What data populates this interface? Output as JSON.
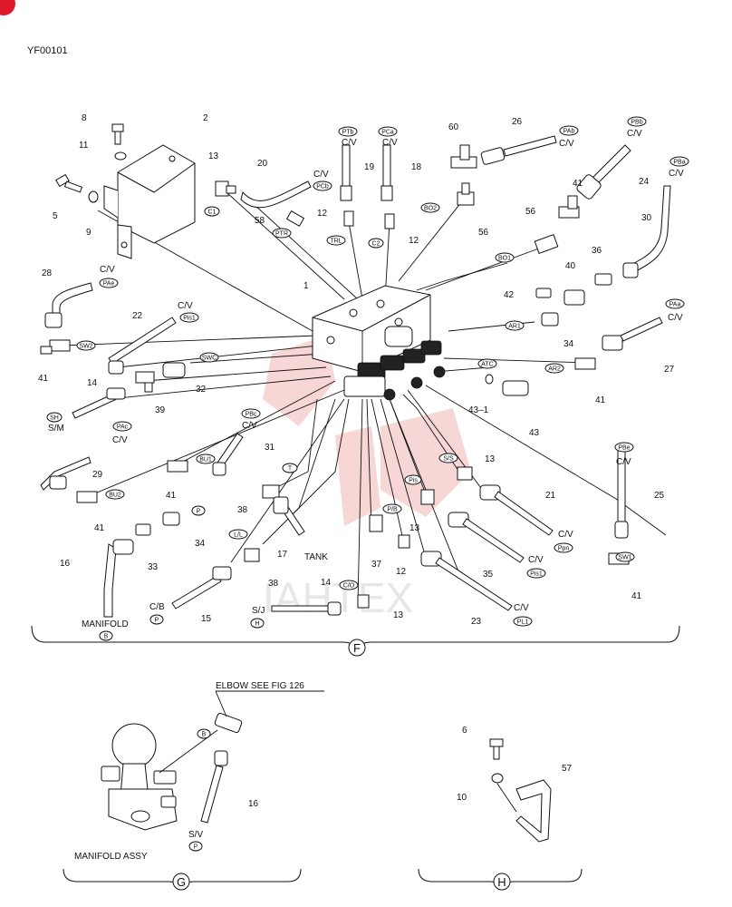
{
  "doc_code": "YF00101",
  "corner_badge_color": "#e0182d",
  "watermark_text": "IAHTEX",
  "labels": [
    {
      "id": "l8",
      "text": "8"
    },
    {
      "id": "l2",
      "text": "2"
    },
    {
      "id": "l11",
      "text": "11"
    },
    {
      "id": "l5",
      "text": "5"
    },
    {
      "id": "l9",
      "text": "9"
    },
    {
      "id": "l13a",
      "text": "13"
    },
    {
      "id": "l20",
      "text": "20"
    },
    {
      "id": "cv20",
      "text": "C/V"
    },
    {
      "id": "l19",
      "text": "19"
    },
    {
      "id": "l18",
      "text": "18"
    },
    {
      "id": "cv19",
      "text": "C/V"
    },
    {
      "id": "cv18",
      "text": "C/V"
    },
    {
      "id": "l60",
      "text": "60"
    },
    {
      "id": "l26",
      "text": "26"
    },
    {
      "id": "cv26",
      "text": "C/V"
    },
    {
      "id": "cv24",
      "text": "C/V"
    },
    {
      "id": "l24",
      "text": "24"
    },
    {
      "id": "cv30",
      "text": "C/V"
    },
    {
      "id": "l12a",
      "text": "12"
    },
    {
      "id": "l58",
      "text": "58"
    },
    {
      "id": "l12b",
      "text": "12"
    },
    {
      "id": "l56a",
      "text": "56"
    },
    {
      "id": "l41a",
      "text": "41"
    },
    {
      "id": "l56b",
      "text": "56"
    },
    {
      "id": "l30",
      "text": "30"
    },
    {
      "id": "l36",
      "text": "36"
    },
    {
      "id": "l40",
      "text": "40"
    },
    {
      "id": "l42",
      "text": "42"
    },
    {
      "id": "l28",
      "text": "28"
    },
    {
      "id": "cv28",
      "text": "C/V"
    },
    {
      "id": "l1",
      "text": "1"
    },
    {
      "id": "cv22",
      "text": "C/V"
    },
    {
      "id": "l22",
      "text": "22"
    },
    {
      "id": "l34a",
      "text": "34"
    },
    {
      "id": "cv27",
      "text": "C/V"
    },
    {
      "id": "l27",
      "text": "27"
    },
    {
      "id": "l41b",
      "text": "41"
    },
    {
      "id": "l32",
      "text": "32"
    },
    {
      "id": "l39",
      "text": "39"
    },
    {
      "id": "l14a",
      "text": "14"
    },
    {
      "id": "l43a",
      "text": "43–1"
    },
    {
      "id": "l43",
      "text": "43"
    },
    {
      "id": "l41c",
      "text": "41"
    },
    {
      "id": "sm",
      "text": "S/M"
    },
    {
      "id": "cv29",
      "text": "C/V"
    },
    {
      "id": "cv31",
      "text": "C/V"
    },
    {
      "id": "l31",
      "text": "31"
    },
    {
      "id": "l29",
      "text": "29"
    },
    {
      "id": "l13b",
      "text": "13"
    },
    {
      "id": "cv25",
      "text": "C/V"
    },
    {
      "id": "l41d",
      "text": "41"
    },
    {
      "id": "l41e",
      "text": "41"
    },
    {
      "id": "l38a",
      "text": "38"
    },
    {
      "id": "l34b",
      "text": "34"
    },
    {
      "id": "l13c",
      "text": "13"
    },
    {
      "id": "l21",
      "text": "21"
    },
    {
      "id": "cv21",
      "text": "C/V"
    },
    {
      "id": "l25",
      "text": "25"
    },
    {
      "id": "l16a",
      "text": "16"
    },
    {
      "id": "l33",
      "text": "33"
    },
    {
      "id": "l17",
      "text": "17"
    },
    {
      "id": "tank",
      "text": "TANK"
    },
    {
      "id": "l37",
      "text": "37"
    },
    {
      "id": "l12c",
      "text": "12"
    },
    {
      "id": "l35",
      "text": "35"
    },
    {
      "id": "cv35",
      "text": "C/V"
    },
    {
      "id": "l41f",
      "text": "41"
    },
    {
      "id": "l38b",
      "text": "38"
    },
    {
      "id": "l14b",
      "text": "14"
    },
    {
      "id": "cb",
      "text": "C/B"
    },
    {
      "id": "l15",
      "text": "15"
    },
    {
      "id": "sj",
      "text": "S/J"
    },
    {
      "id": "l13d",
      "text": "13"
    },
    {
      "id": "l23",
      "text": "23"
    },
    {
      "id": "cv23",
      "text": "C/V"
    },
    {
      "id": "manifold",
      "text": "MANIFOLD"
    },
    {
      "id": "elbow",
      "text": "ELBOW SEE FIG 126"
    },
    {
      "id": "l16b",
      "text": "16"
    },
    {
      "id": "sv",
      "text": "S/V"
    },
    {
      "id": "manassy",
      "text": "MANIFOLD ASSY"
    },
    {
      "id": "l6",
      "text": "6"
    },
    {
      "id": "l57",
      "text": "57"
    },
    {
      "id": "l10",
      "text": "10"
    }
  ],
  "tags": [
    {
      "id": "tPTb",
      "text": "PTb"
    },
    {
      "id": "tPCa",
      "text": "PCa"
    },
    {
      "id": "tPAb",
      "text": "PAb"
    },
    {
      "id": "tPBb",
      "text": "PBb"
    },
    {
      "id": "tPBa",
      "text": "PBa"
    },
    {
      "id": "tPCb",
      "text": "PCb"
    },
    {
      "id": "tC1",
      "text": "C1"
    },
    {
      "id": "tBO2",
      "text": "BO2"
    },
    {
      "id": "tPTR",
      "text": "PTR"
    },
    {
      "id": "tTRL",
      "text": "TRL"
    },
    {
      "id": "tC2",
      "text": "C2"
    },
    {
      "id": "tBO1",
      "text": "BO1"
    },
    {
      "id": "tPAa",
      "text": "PAa"
    },
    {
      "id": "tPAe",
      "text": "PAe"
    },
    {
      "id": "tPis1",
      "text": "Pis1"
    },
    {
      "id": "tAR1",
      "text": "AR1"
    },
    {
      "id": "tSW2",
      "text": "SW2"
    },
    {
      "id": "tSWC",
      "text": "SWC"
    },
    {
      "id": "tATC",
      "text": "ATC"
    },
    {
      "id": "tAR2",
      "text": "AR2"
    },
    {
      "id": "tSH",
      "text": "SH"
    },
    {
      "id": "tPAc",
      "text": "PAc"
    },
    {
      "id": "tPBc",
      "text": "PBc"
    },
    {
      "id": "tBU1",
      "text": "BU1"
    },
    {
      "id": "tT",
      "text": "T"
    },
    {
      "id": "tSS",
      "text": "S/S"
    },
    {
      "id": "tPis",
      "text": "Pis"
    },
    {
      "id": "tPBe",
      "text": "PBe"
    },
    {
      "id": "tBU2",
      "text": "BU2"
    },
    {
      "id": "tP1",
      "text": "P"
    },
    {
      "id": "tPB",
      "text": "P/B"
    },
    {
      "id": "tLL",
      "text": "L/L"
    },
    {
      "id": "tPpn",
      "text": "Ppn"
    },
    {
      "id": "tSW1",
      "text": "SW1"
    },
    {
      "id": "tPis1b",
      "text": "Pis1"
    },
    {
      "id": "tCO",
      "text": "C/O"
    },
    {
      "id": "tP2",
      "text": "P"
    },
    {
      "id": "tH",
      "text": "H"
    },
    {
      "id": "tPL1",
      "text": "PL1"
    },
    {
      "id": "tB1",
      "text": "B"
    },
    {
      "id": "tB2",
      "text": "B"
    },
    {
      "id": "tP3",
      "text": "P"
    }
  ],
  "sections": [
    {
      "id": "F",
      "text": "F"
    },
    {
      "id": "G",
      "text": "G"
    },
    {
      "id": "H",
      "text": "H"
    }
  ]
}
